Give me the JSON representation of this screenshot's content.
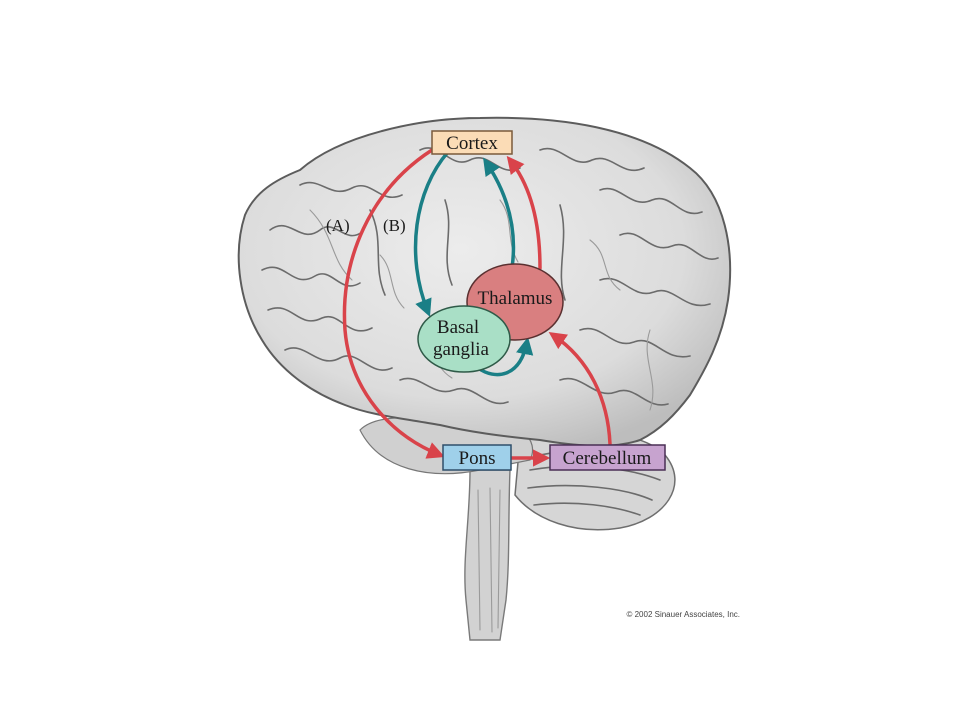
{
  "colors": {
    "pathway_a": "#d9434a",
    "pathway_b": "#1a7f86",
    "cortex_fill": "#fbdcb6",
    "thalamus_fill": "#d97f80",
    "basal_ganglia_fill": "#a9dfc6",
    "pons_fill": "#9fd0ea",
    "cerebellum_fill": "#c7a3cf",
    "brain_fill": "#e2e2e2"
  },
  "nodes": {
    "cortex": "Cortex",
    "thalamus": "Thalamus",
    "basal_ganglia_line1": "Basal",
    "basal_ganglia_line2": "ganglia",
    "pons": "Pons",
    "cerebellum": "Cerebellum"
  },
  "pathway_labels": {
    "a": "(A)",
    "b": "(B)"
  },
  "credit": "© 2002 Sinauer Associates, Inc."
}
